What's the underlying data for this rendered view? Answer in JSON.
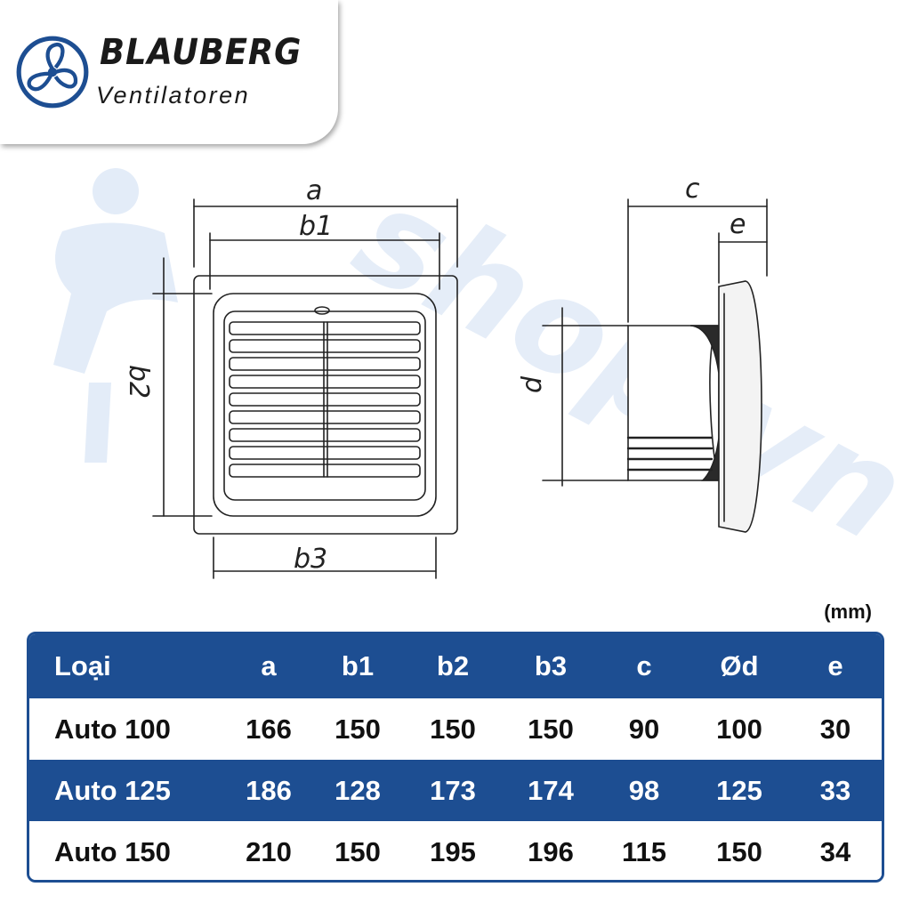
{
  "brand": {
    "name": "BLAUBERG",
    "subtitle": "Ventilatoren"
  },
  "watermark": {
    "text": "shop.vn"
  },
  "drawing": {
    "labels": {
      "a": "a",
      "b1": "b1",
      "b2": "b2",
      "b3": "b3",
      "c": "c",
      "e": "e",
      "d": "d"
    }
  },
  "units": "(mm)",
  "table": {
    "headers": [
      "Loại",
      "a",
      "b1",
      "b2",
      "b3",
      "c",
      "Ød",
      "e"
    ],
    "rows": [
      [
        "Auto 100",
        "166",
        "150",
        "150",
        "150",
        "90",
        "100",
        "30"
      ],
      [
        "Auto 125",
        "186",
        "128",
        "173",
        "174",
        "98",
        "125",
        "33"
      ],
      [
        "Auto 150",
        "210",
        "150",
        "195",
        "196",
        "115",
        "150",
        "34"
      ]
    ]
  },
  "colors": {
    "brand_blue": "#1d4e92",
    "watermark_blue": "#dde8f6"
  }
}
